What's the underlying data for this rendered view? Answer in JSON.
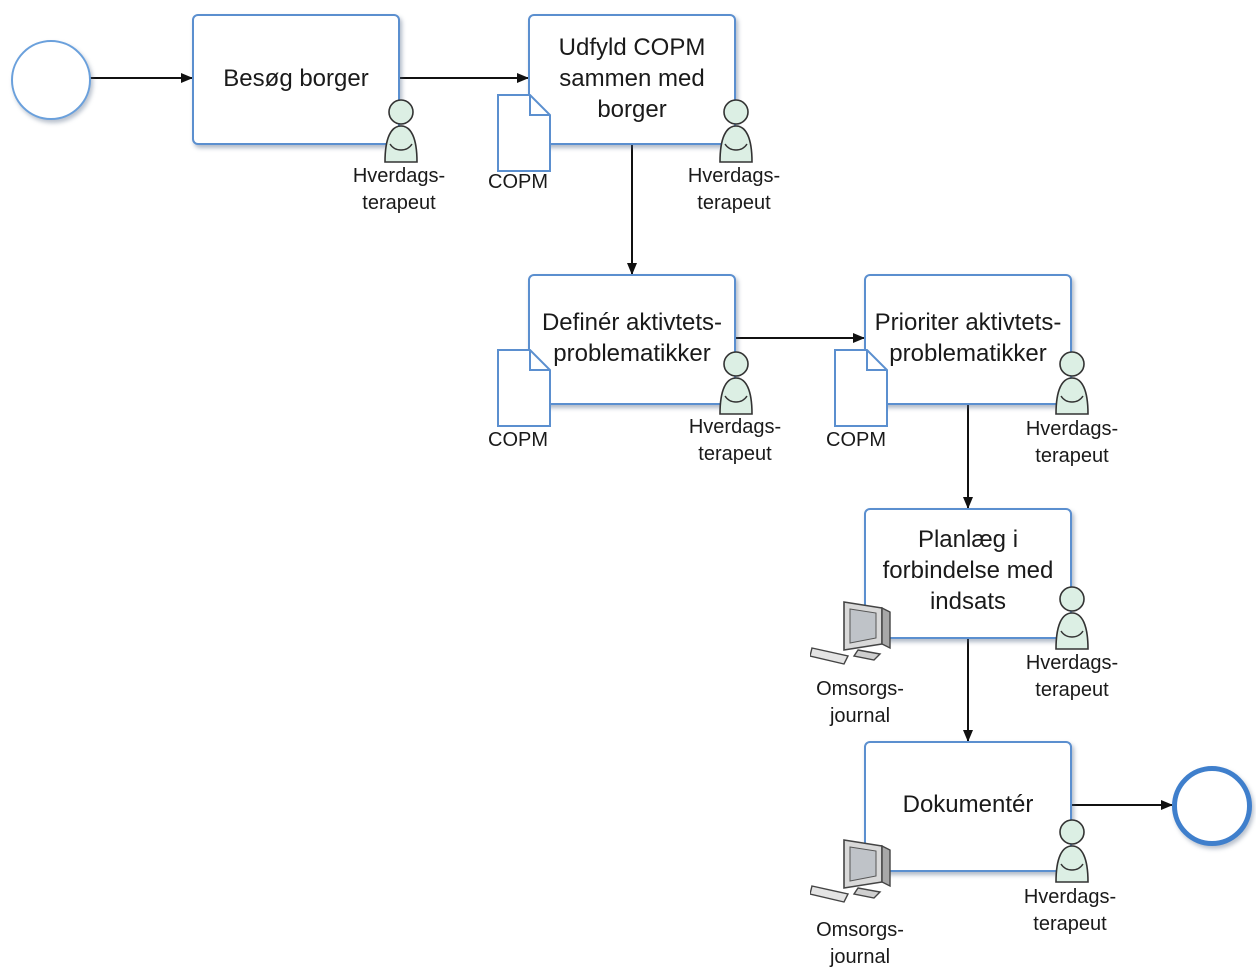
{
  "diagram": {
    "type": "process-flow",
    "tasks": [
      {
        "id": "besog",
        "label": "Besøg borger",
        "role": "Hverdags-\nterapeut"
      },
      {
        "id": "udfyld",
        "label": "Udfyld COPM\nsammen med\nborger",
        "role": "Hverdags-\nterapeut",
        "artifact": "COPM"
      },
      {
        "id": "definer",
        "label": "Definér aktivtets-\nproblematikker",
        "role": "Hverdags-\nterapeut",
        "artifact": "COPM"
      },
      {
        "id": "prioriter",
        "label": "Prioriter aktivtets-\nproblematikker",
        "role": "Hverdags-\nterapeut",
        "artifact": "COPM"
      },
      {
        "id": "planlaeg",
        "label": "Planlæg i\nforbindelse med\nindsats",
        "role": "Hverdags-\nterapeut",
        "system": "Omsorgs-\njournal"
      },
      {
        "id": "dokumenter",
        "label": "Dokumentér",
        "role": "Hverdags-\nterapeut",
        "system": "Omsorgs-\njournal"
      }
    ],
    "flows": [
      [
        "start",
        "besog"
      ],
      [
        "besog",
        "udfyld"
      ],
      [
        "udfyld",
        "definer"
      ],
      [
        "definer",
        "prioriter"
      ],
      [
        "prioriter",
        "planlaeg"
      ],
      [
        "planlaeg",
        "dokumenter"
      ],
      [
        "dokumenter",
        "end"
      ]
    ],
    "colors": {
      "task_border": "#5b8fcf",
      "start_event": "#6aa0dc",
      "end_event": "#3f7fcc",
      "person_fill": "#dcefe4",
      "document_border": "#5b8fcf",
      "flow_line": "#111111"
    }
  }
}
